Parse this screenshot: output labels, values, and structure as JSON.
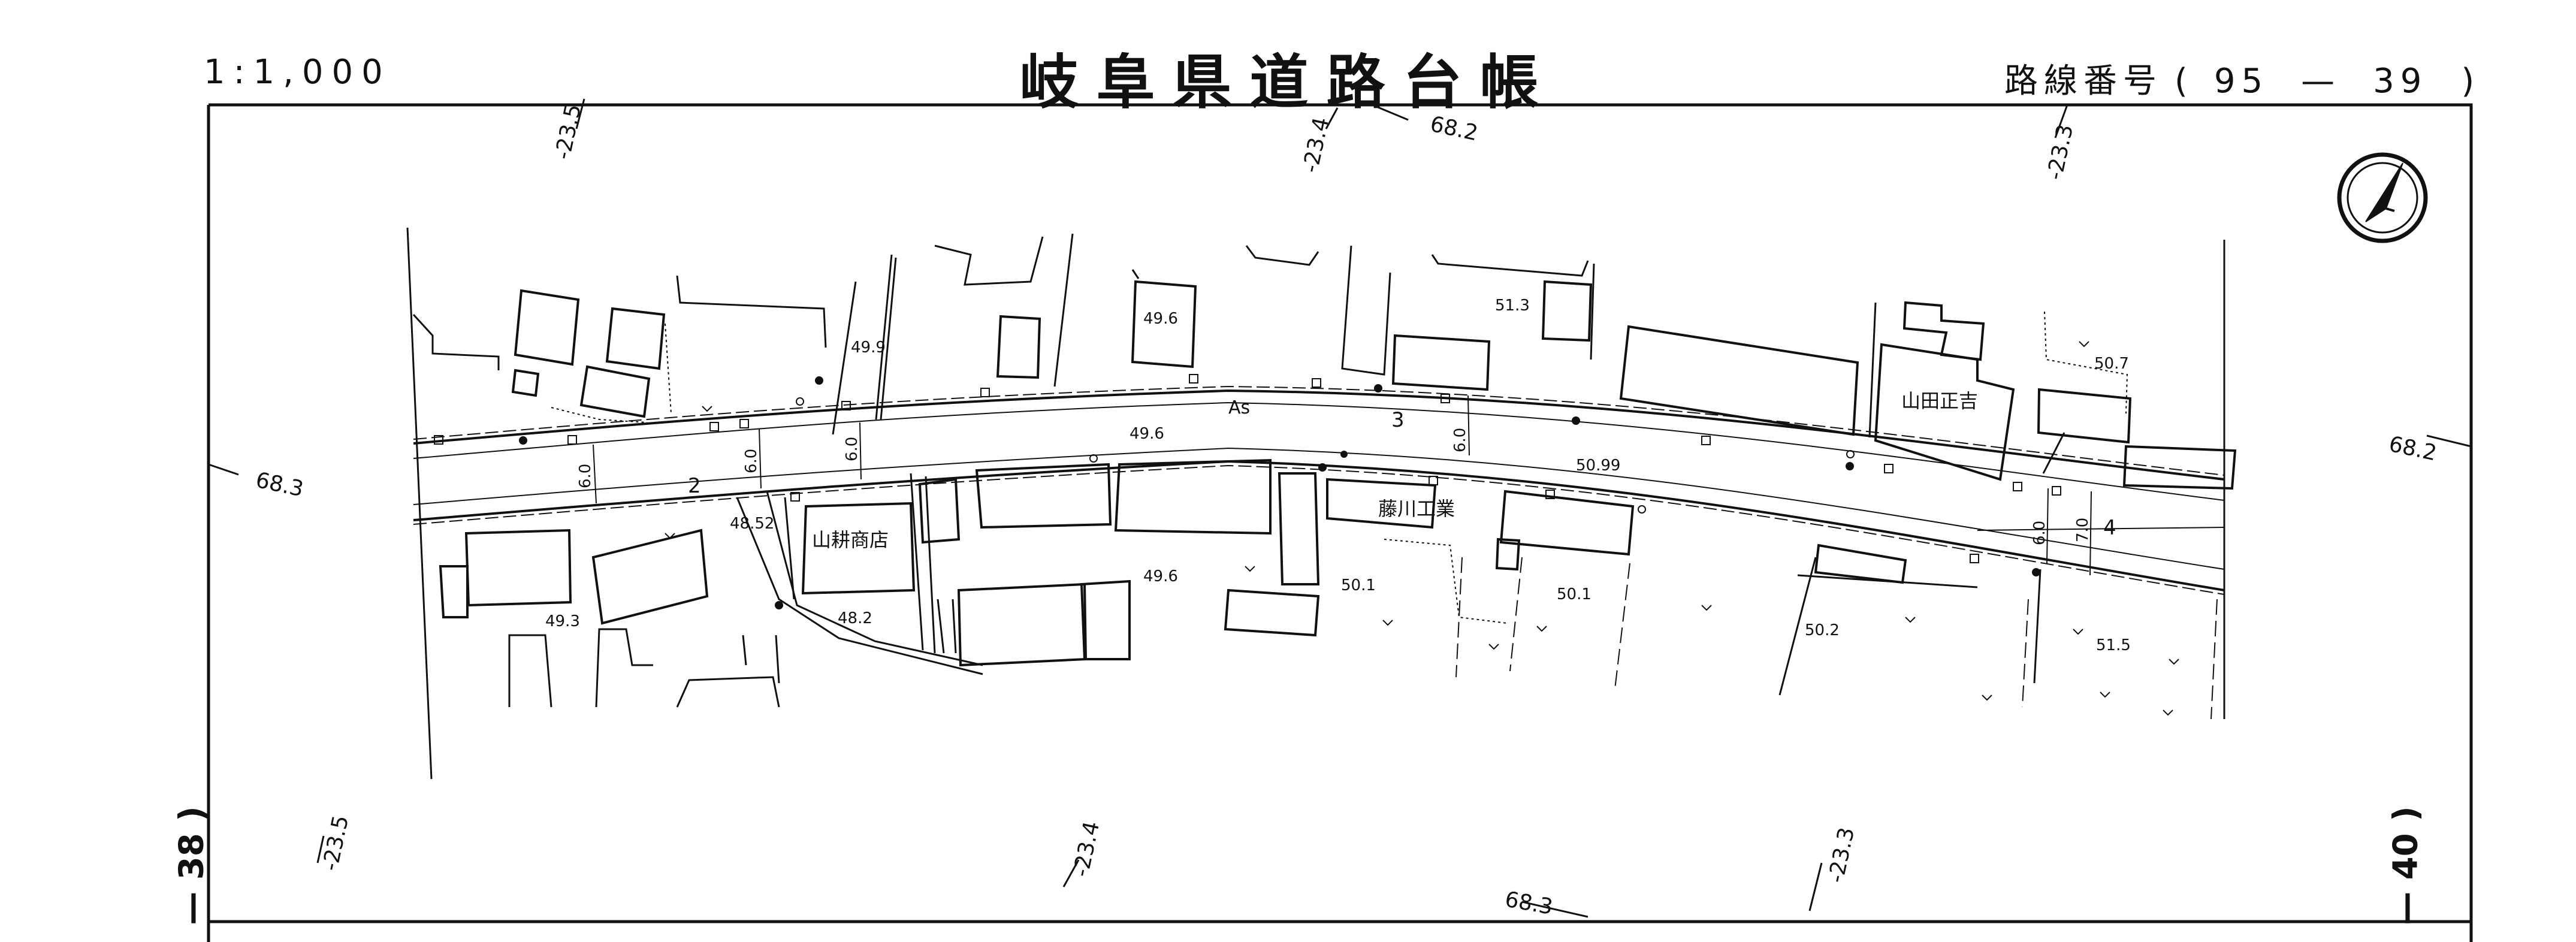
{
  "header": {
    "scale": "1:1,000",
    "title": "岐阜県道路台帳",
    "route_label": "路線番号",
    "route_open": "(",
    "route_main": "95",
    "route_sep": "—",
    "route_sub": "39",
    "route_close": ")"
  },
  "sheet_refs": {
    "left": "— 38 )",
    "right": "— 40 )"
  },
  "compass": {
    "icon": "north-arrow-icon"
  },
  "grid_labels": {
    "top_x1": "-23.5",
    "top_x2": "-23.4",
    "top_x3": "-23.3",
    "top_y": "68.2",
    "left_y": "68.3",
    "right_y": "68.2",
    "bottom_x1": "-23.5",
    "bottom_x2": "-23.4",
    "bottom_x3": "-23.3",
    "bottom_y": "68.3"
  },
  "map": {
    "surface": "As",
    "sections": [
      "2",
      "3",
      "4"
    ],
    "widths": [
      "6.0",
      "6.0",
      "6.0",
      "6.0",
      "6.0",
      "7.0"
    ],
    "elevations": [
      "49.9",
      "49.6",
      "51.3",
      "50.7",
      "49.6",
      "50.99",
      "48.52",
      "48.2",
      "49.3",
      "49.6",
      "50.1",
      "50.1",
      "50.2",
      "51.5"
    ],
    "building_names": [
      "山田正吉",
      "山耕商店",
      "藤川工業"
    ]
  },
  "colors": {
    "ink": "#111111",
    "paper": "#ffffff"
  }
}
